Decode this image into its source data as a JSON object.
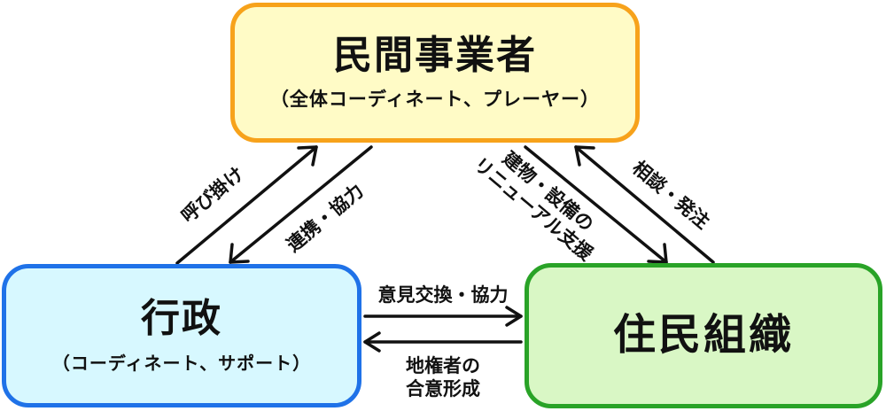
{
  "nodes": {
    "private": {
      "title": "民間事業者",
      "subtitle": "（全体コーディネート、プレーヤー）"
    },
    "government": {
      "title": "行政",
      "subtitle": "（コーディネート、サポート）"
    },
    "residents": {
      "title": "住民組織"
    }
  },
  "edges": {
    "call_out": "呼び掛け",
    "cooperation": "連携・協力",
    "renewal_line1": "建物・設備の",
    "renewal_line2": "リニューアル支援",
    "consult_order": "相談・発注",
    "opinion_exchange": "意見交換・協力",
    "consensus_line1": "地権者の",
    "consensus_line2": "合意形成"
  },
  "colors": {
    "private_fill": "#fffbc6",
    "private_border": "#f7a21b",
    "government_fill": "#d7f8ff",
    "government_border": "#1f72e8",
    "residents_fill": "#d9f7c5",
    "residents_border": "#29a327",
    "arrow": "#111111"
  }
}
